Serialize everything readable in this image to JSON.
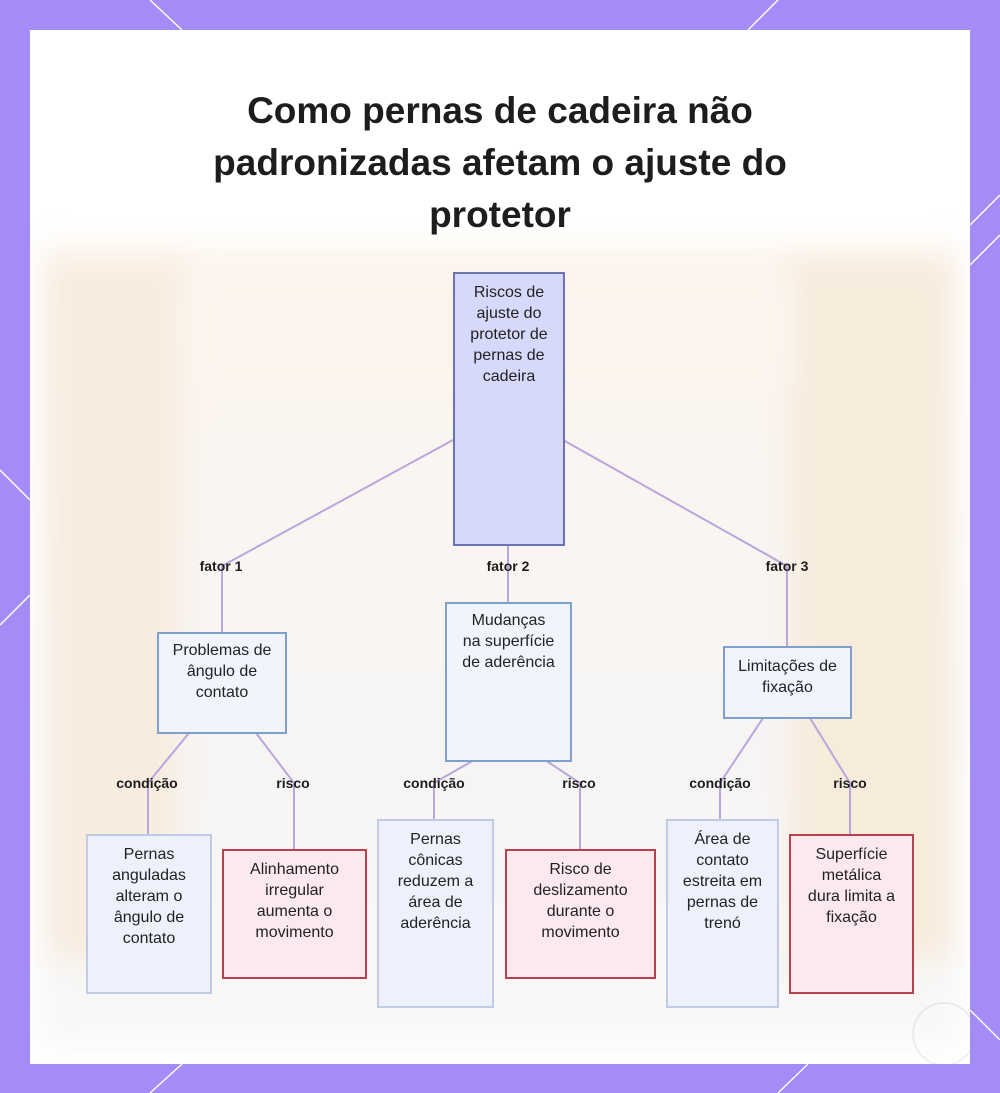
{
  "title": "Como pernas de cadeira não padronizadas afetam o ajuste do protetor",
  "nodes": {
    "root": "Riscos de ajuste do protetor de pernas de cadeira",
    "factor1": "Problemas de ângulo de contato",
    "factor2": "Mudanças na superfície de aderência",
    "factor3": "Limitações de fixação",
    "cond1": "Pernas anguladas alteram o ângulo de contato",
    "risk1": "Alinhamento irregular aumenta o movimento",
    "cond2": "Pernas cônicas reduzem a área de aderência",
    "risk2": "Risco de deslizamento durante o movimento",
    "cond3": "Área de contato estreita em pernas de trenó",
    "risk3": "Superfície metálica dura limita a fixação"
  },
  "edge_labels": {
    "factor1": "fator 1",
    "factor2": "fator 2",
    "factor3": "fator 3",
    "cond1": "condição",
    "risk1": "risco",
    "cond2": "condição",
    "risk2": "risco",
    "cond3": "condição",
    "risk3": "risco"
  },
  "colors": {
    "frame": "#a48bf5",
    "root_fill": "#d6d9fb",
    "root_border": "#6a74b0",
    "factor_border": "#7f9fcc",
    "condition_border": "#c0cbe6",
    "risk_fill": "#fbe9ee",
    "risk_border": "#b9414f",
    "connector": "#b8a6dd"
  }
}
